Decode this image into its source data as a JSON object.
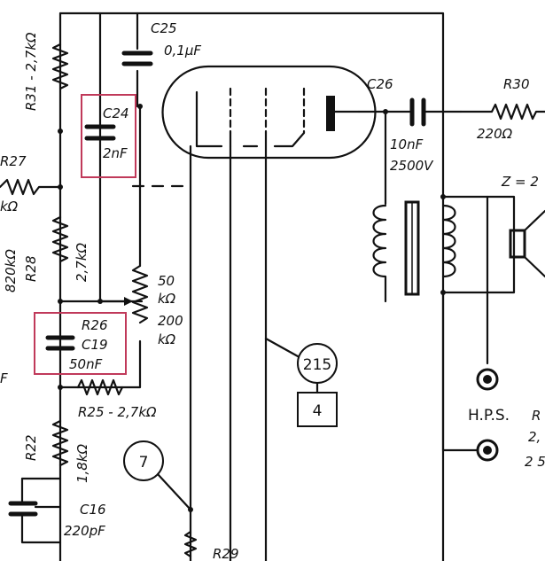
{
  "highlight_color": "#c0395a",
  "ink_color": "#111111",
  "labels": {
    "c25_name": "C25",
    "c25_value": "0,1µF",
    "c26_name": "C26",
    "c26_value": "10nF",
    "c26_voltage": "2500V",
    "r30_name": "R30",
    "r30_value": "220Ω",
    "r31": "R31 - 2,7kΩ",
    "r27_name": "R27",
    "r27_value": "kΩ",
    "r28_value": "820kΩ",
    "r28_name": "R28",
    "r28_b": "2,7kΩ",
    "c24_name": "C24",
    "c24_value": "2nF",
    "pot_val1": "50",
    "pot_val2": "kΩ",
    "pot_val3": "200",
    "pot_val4": "kΩ",
    "r26_name": "R26",
    "c19_name": "C19",
    "c19_value": "50nF",
    "r25": "R25 - 2,7kΩ",
    "r22_name": "R22",
    "r22_value": "1,8kΩ",
    "c16_name": "C16",
    "c16_value": "220pF",
    "r29_name": "R29",
    "ref_7": "7",
    "ref_215": "215",
    "ref_4": "4",
    "hps": "H.P.S.",
    "z_label": "Z = 2",
    "edge_f": "F",
    "edge_2": "2,",
    "edge_25": "2 5",
    "edge_r": "R"
  }
}
